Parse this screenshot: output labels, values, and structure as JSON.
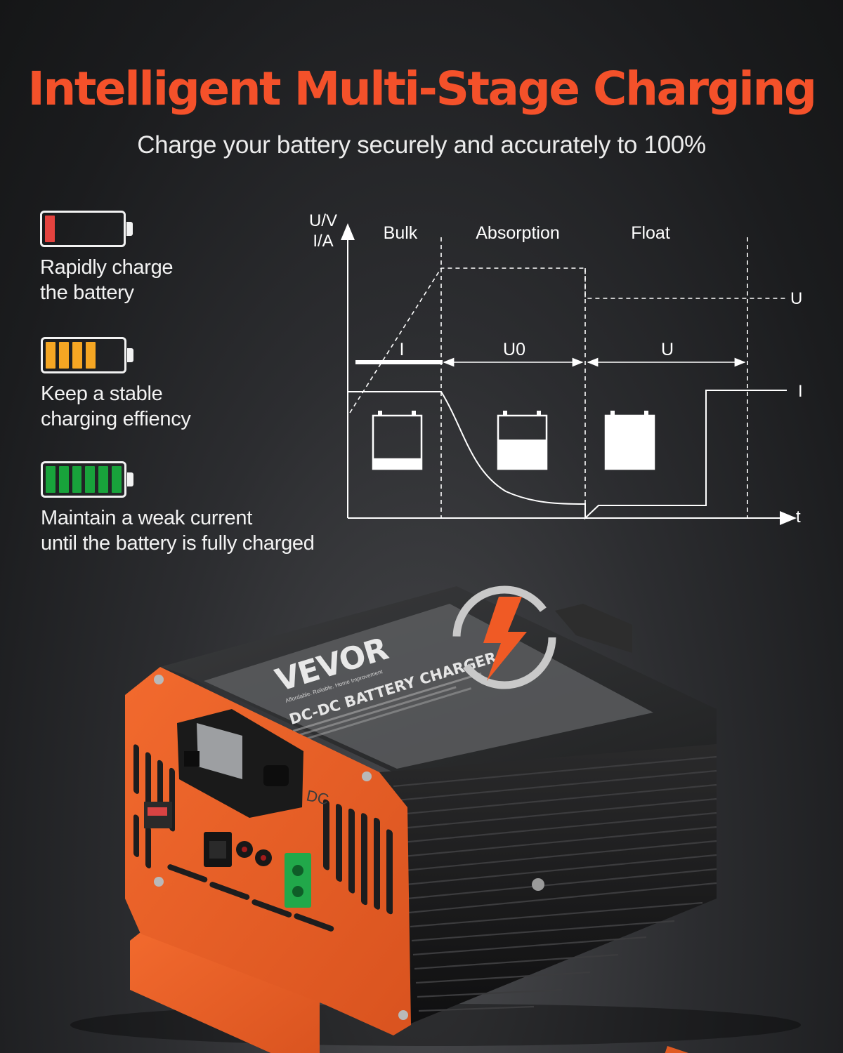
{
  "header": {
    "title": "Intelligent Multi-Stage Charging",
    "subtitle": "Charge your battery securely and accurately to 100%"
  },
  "stages": [
    {
      "icon": "battery-low-icon",
      "level": 0.15,
      "cells_filled": 1,
      "cell_color": "#e4433f",
      "line1": "Rapidly charge",
      "line2": "the battery"
    },
    {
      "icon": "battery-medium-icon",
      "level": 0.6,
      "cells_filled": 4,
      "cell_color": "#f5a623",
      "line1": "Keep a stable",
      "line2": "charging effiency"
    },
    {
      "icon": "battery-full-icon",
      "level": 1.0,
      "cells_filled": 6,
      "cell_color": "#18a33b",
      "line1": "Maintain a weak current",
      "line2": "until the battery is fully charged"
    }
  ],
  "diagram": {
    "y_axis_label_1": "U/V",
    "y_axis_label_2": "I/A",
    "x_axis_label": "t",
    "phases": [
      "Bulk",
      "Absorption",
      "Float"
    ],
    "segment_labels": [
      "I",
      "U0",
      "U"
    ],
    "right_labels": [
      "U",
      "I"
    ],
    "battery_fill_levels": [
      0.2,
      0.55,
      1.0
    ]
  },
  "product": {
    "brand": "VEVOR",
    "tagline": "Affordable. Reliable. Home Improvement",
    "name": "DC-DC BATTERY CHARGER",
    "port_label": "DC"
  },
  "colors": {
    "accent": "#f4512a",
    "device_orange": "#f0622a",
    "device_black": "#1c1c1d",
    "background": "#222326"
  }
}
